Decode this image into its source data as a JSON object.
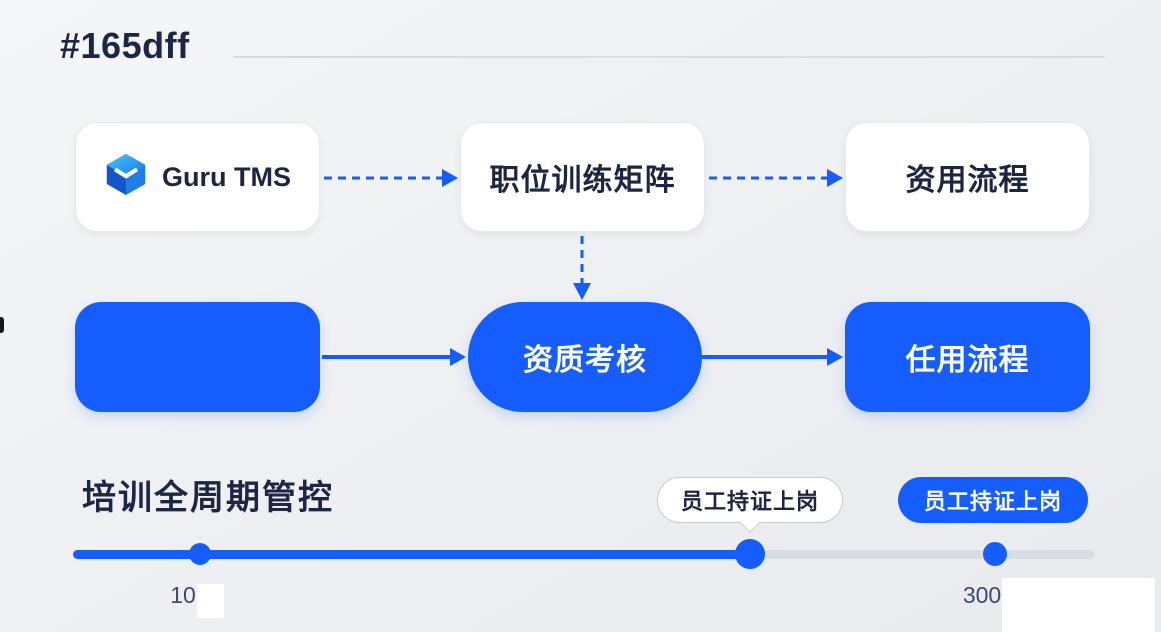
{
  "page": {
    "title": "#165dff",
    "theme_color": "#165dff"
  },
  "flow": {
    "top_row": [
      {
        "label": "Guru TMS",
        "icon": "cube-logo"
      },
      {
        "label": "职位训练矩阵"
      },
      {
        "label": "资用流程"
      }
    ],
    "bottom_row": [
      {
        "label": ""
      },
      {
        "label": "资质考核"
      },
      {
        "label": "任用流程"
      }
    ]
  },
  "footer": {
    "section_label": "培训全周期管控",
    "tooltip_label": "员工持证上岗",
    "badge_label": "员工持证上岗",
    "slider": {
      "min_label": "10",
      "max_label": "300"
    }
  }
}
